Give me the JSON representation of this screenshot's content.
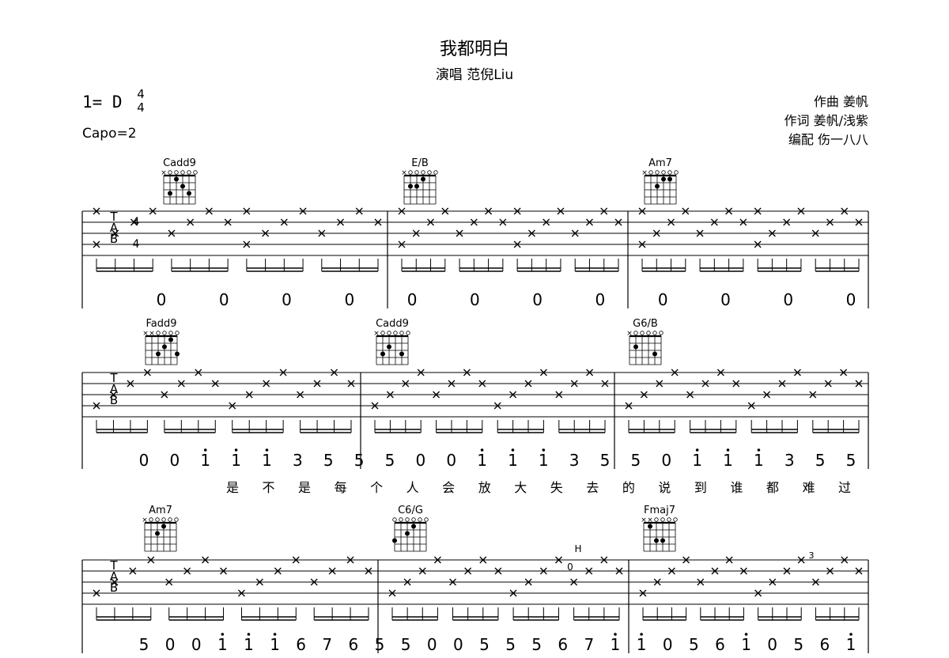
{
  "song": {
    "title": "我都明白",
    "singer": "演唱 范倪Liu",
    "key": "1= D",
    "time_sig": {
      "top": "4",
      "bottom": "4"
    },
    "capo": "Capo=2",
    "credits": [
      "作曲 姜帆",
      "作词 姜帆/浅紫",
      "编配 伤一八八"
    ]
  },
  "tab_clef": [
    "T",
    "A",
    "B"
  ],
  "systems": [
    {
      "chords": [
        "Cadd9",
        "E/B",
        "Am7"
      ],
      "numbers": [
        "0",
        "0",
        "0",
        "0",
        "0",
        "0",
        "0",
        "0",
        "0",
        "0",
        "0",
        "0"
      ],
      "lyrics": []
    },
    {
      "chords": [
        "Fadd9",
        "Cadd9",
        "G6/B"
      ],
      "numbers": [
        "0",
        "0",
        "i",
        "i",
        "i",
        "3",
        "5",
        "5",
        "5",
        "0",
        "0",
        "i",
        "i",
        "i",
        "3",
        "5",
        "5",
        "0",
        "i",
        "i",
        "i",
        "3",
        "5",
        "5"
      ],
      "lyrics": [
        "是",
        "不",
        "是",
        "每",
        "个",
        "人",
        "会",
        "放",
        "大",
        "失",
        "去",
        "的",
        "说",
        "到",
        "谁",
        "都",
        "难",
        "过"
      ]
    },
    {
      "chords": [
        "Am7",
        "C6/G",
        "Fmaj7"
      ],
      "numbers": [
        "5",
        "0",
        "0",
        "i",
        "i",
        "i",
        "6",
        "7",
        "6",
        "5",
        "5",
        "0",
        "0",
        "5",
        "5",
        "5",
        "6",
        "7",
        "i",
        "i",
        "0",
        "5",
        "6",
        "i",
        "0",
        "5",
        "6",
        "i"
      ],
      "lyrics": [],
      "marks": {
        "hammer": "H",
        "triplet": "3",
        "fret": "0"
      }
    }
  ]
}
